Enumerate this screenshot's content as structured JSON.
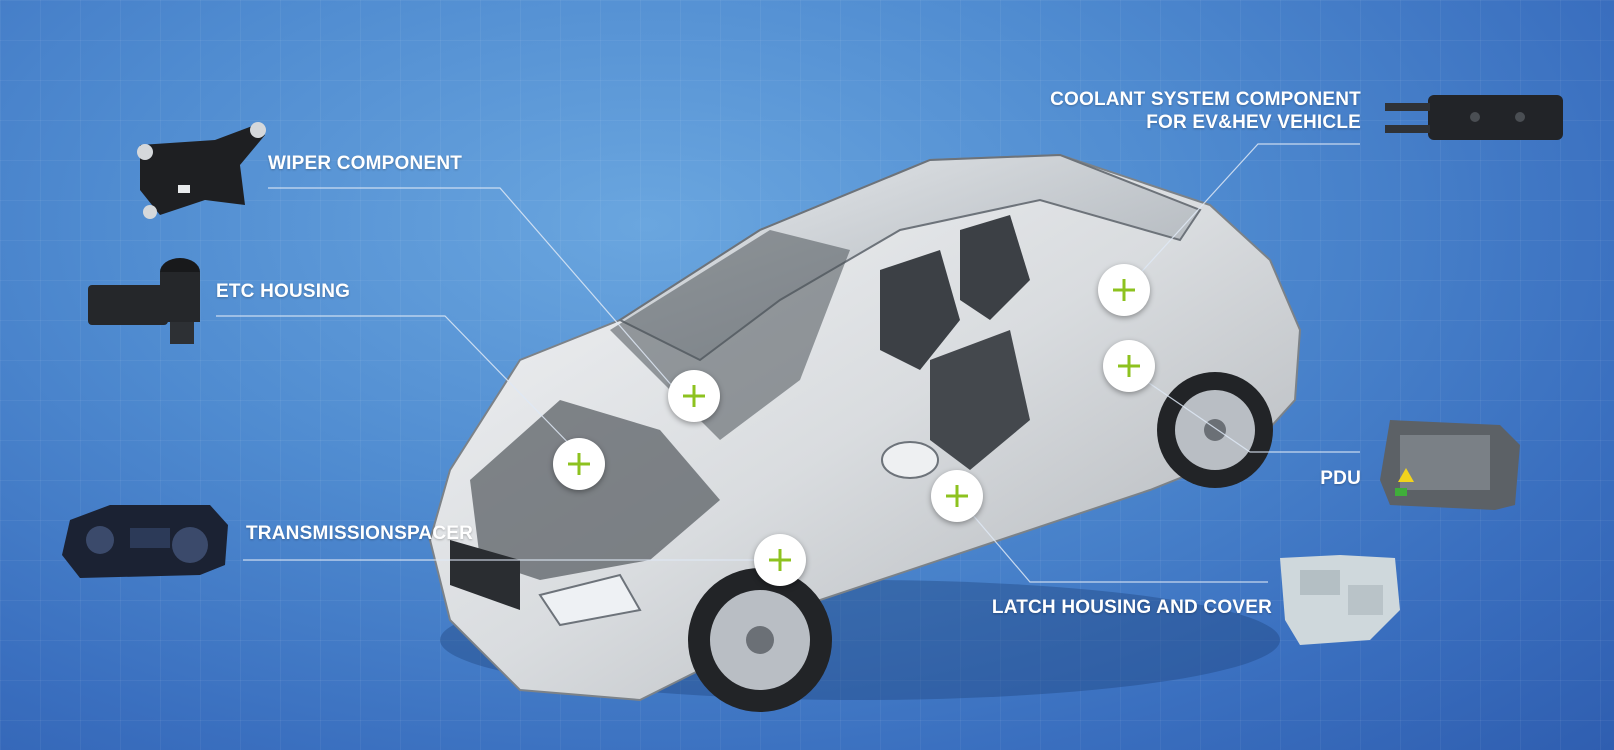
{
  "labels": {
    "wiper": "WIPER COMPONENT",
    "etc": "ETC HOUSING",
    "transmission": "TRANSMISSIONSPACER",
    "coolant_line1": "COOLANT SYSTEM COMPONENT",
    "coolant_line2": "FOR EV&HEV VEHICLE",
    "pdu": "PDU",
    "latch": "LATCH HOUSING AND COVER"
  },
  "colors": {
    "background": "#4f8bd0",
    "hotspot_fill": "#ffffff",
    "hotspot_plus": "#8dc21f",
    "label_text": "#ffffff",
    "leader_line": "#dfe9f6",
    "car_body": "#e6e8eb",
    "part_dark": "#1e1f22",
    "part_light": "#cfd8dc"
  },
  "icons": {
    "hotspot": "plus-icon",
    "car": "car-cutaway-illustration"
  }
}
